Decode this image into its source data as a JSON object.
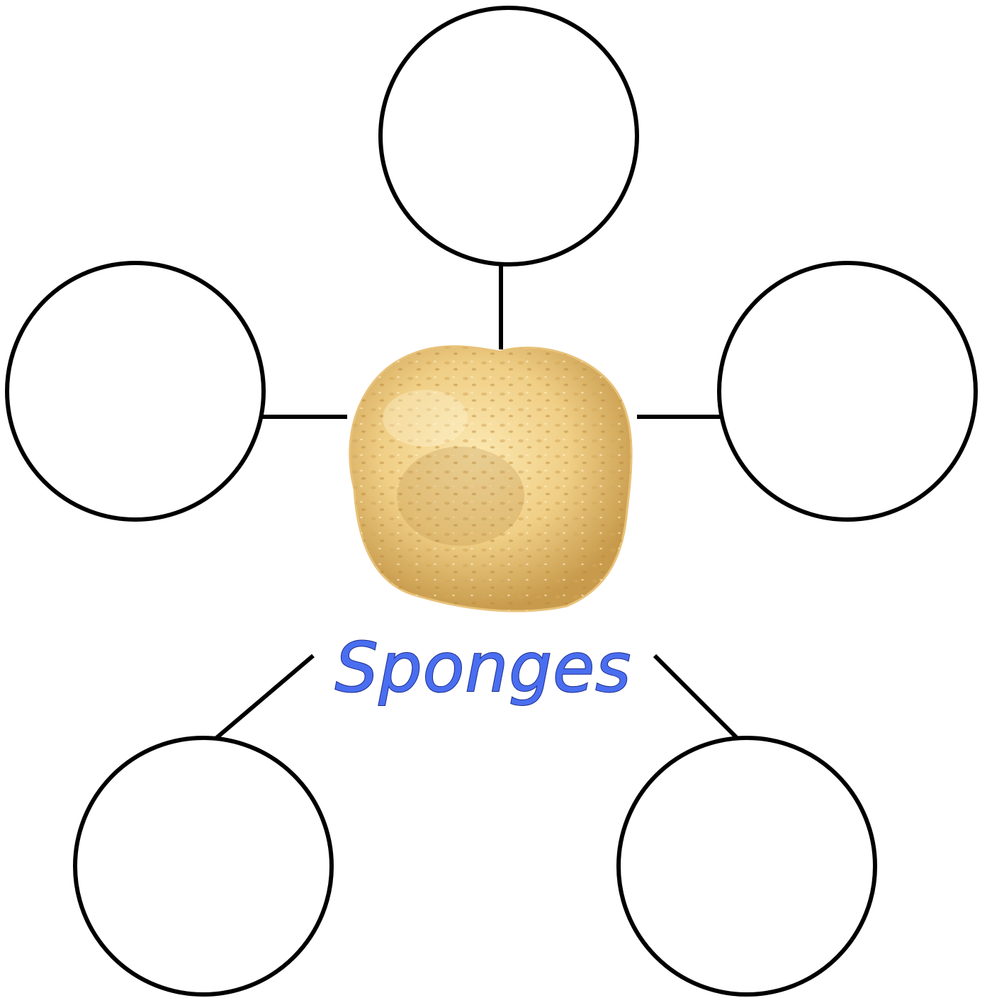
{
  "diagram": {
    "center_label": "Sponges",
    "center_label_color": "#4a6ef0",
    "center_image": "sponge-illustration",
    "sponge_colors": {
      "light": "#fbe7b0",
      "mid": "#f0cf86",
      "dark": "#c79a4c"
    },
    "bubbles": [
      {
        "id": "top",
        "text": ""
      },
      {
        "id": "left",
        "text": ""
      },
      {
        "id": "right",
        "text": ""
      },
      {
        "id": "bottom-left",
        "text": ""
      },
      {
        "id": "bottom-right",
        "text": ""
      }
    ]
  }
}
